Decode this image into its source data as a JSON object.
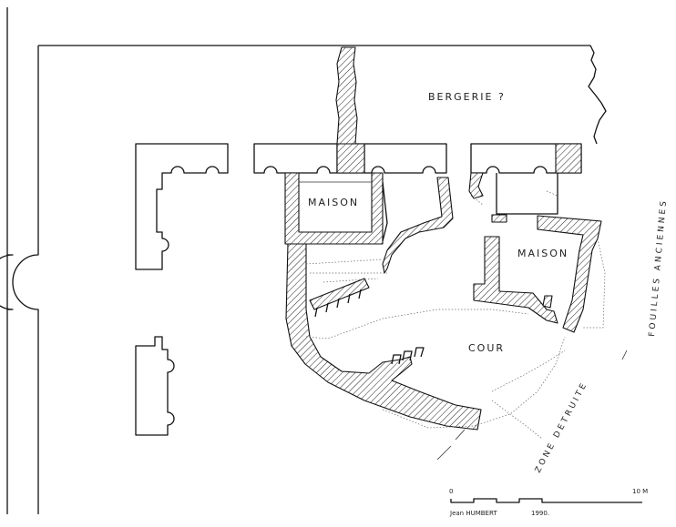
{
  "labels": {
    "bergerie": "BERGERIE ?",
    "maison_left": "MAISON",
    "maison_right": "MAISON",
    "cour": "COUR",
    "fouilles": "FOUILLES ANCIENNES",
    "zone": "ZONE DETRUITE"
  },
  "scale": {
    "start": "0",
    "end": "10 M",
    "credit_name": "Jean   HUMBERT",
    "credit_year": "1990."
  }
}
